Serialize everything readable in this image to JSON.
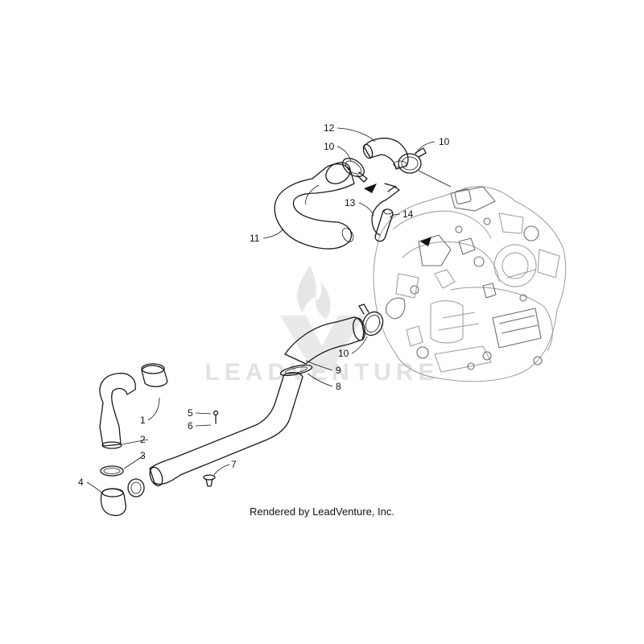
{
  "watermark": {
    "brand_text": "LEADVENTURE"
  },
  "footer": {
    "credit": "Rendered by LeadVenture, Inc."
  },
  "callouts": {
    "c1": "1",
    "c2": "2",
    "c3": "3",
    "c4": "4",
    "c5": "5",
    "c6": "6",
    "c7": "7",
    "c8": "8",
    "c9": "9",
    "c10a": "10",
    "c10b": "10",
    "c10c": "10",
    "c11": "11",
    "c12": "12",
    "c13": "13",
    "c14": "14"
  }
}
